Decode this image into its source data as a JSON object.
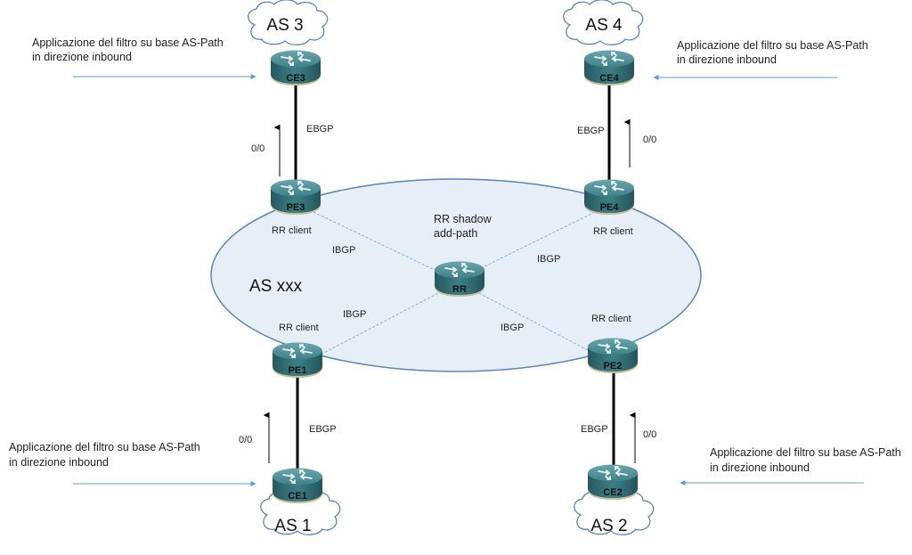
{
  "title": "BGP RR shadow add-path topology",
  "domain_as": {
    "label": "AS xxx",
    "fill_color": "#e6eef8",
    "stroke_color": "#5b85b5"
  },
  "route_reflector": {
    "name": "RR",
    "caption_line1": "RR shadow",
    "caption_line2": "add-path"
  },
  "colors": {
    "router_body": "#2f6b73",
    "router_top": "#4a8e96",
    "cloud_stroke": "#4f7fb8",
    "filter_arrow": "#5b9bd5",
    "ibgp_line": "#7fb0e0",
    "ebgp_line": "#000000"
  },
  "sites": [
    {
      "id": "s3",
      "as_label": "AS 3",
      "ce": "CE3",
      "pe": "PE3",
      "ebgp": "EBGP",
      "default_route": "0/0",
      "pe_role": "RR client",
      "ibgp": "IBGP",
      "filter_line1": "Applicazione del filtro su base AS-Path",
      "filter_line2": "in direzione inbound"
    },
    {
      "id": "s4",
      "as_label": "AS 4",
      "ce": "CE4",
      "pe": "PE4",
      "ebgp": "EBGP",
      "default_route": "0/0",
      "pe_role": "RR client",
      "ibgp": "IBGP",
      "filter_line1": "Applicazione del filtro su base AS-Path",
      "filter_line2": "in direzione inbound"
    },
    {
      "id": "s1",
      "as_label": "AS 1",
      "ce": "CE1",
      "pe": "PE1",
      "ebgp": "EBGP",
      "default_route": "0/0",
      "pe_role": "RR client",
      "ibgp": "IBGP",
      "filter_line1": "Applicazione del filtro su base AS-Path",
      "filter_line2": "in direzione inbound"
    },
    {
      "id": "s2",
      "as_label": "AS 2",
      "ce": "CE2",
      "pe": "PE2",
      "ebgp": "EBGP",
      "default_route": "0/0",
      "pe_role": "RR client",
      "ibgp": "IBGP",
      "filter_line1": "Applicazione del filtro su base AS-Path",
      "filter_line2": "in direzione inbound"
    }
  ]
}
